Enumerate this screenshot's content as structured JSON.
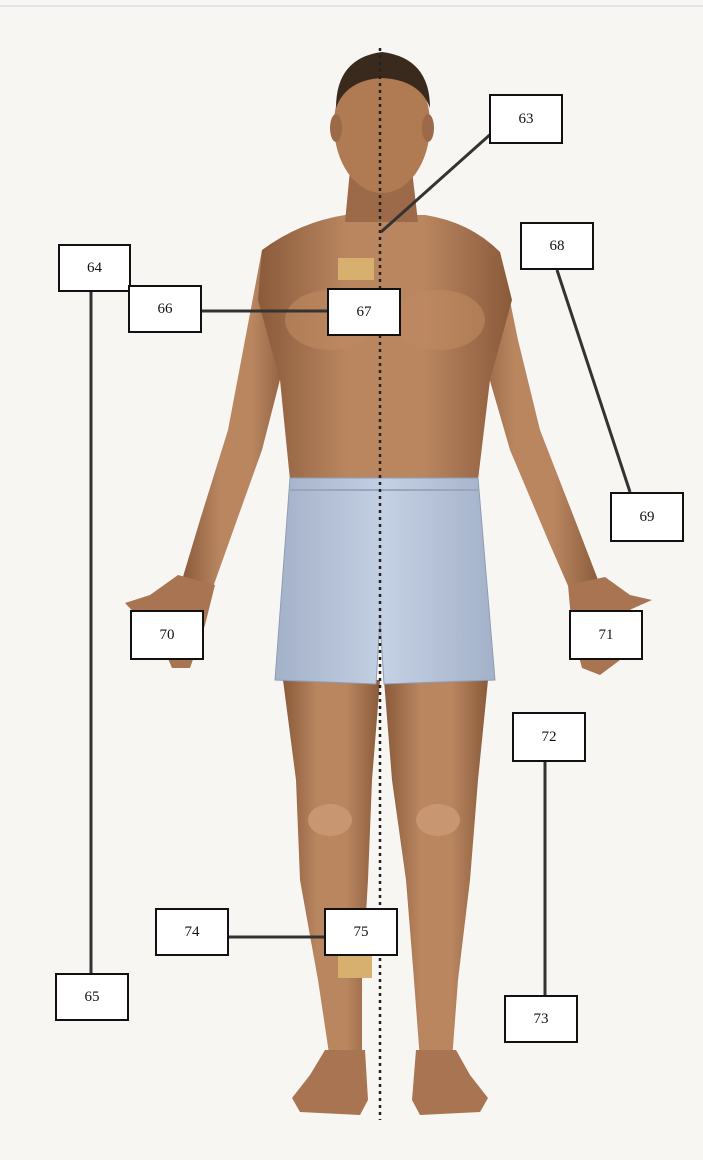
{
  "labels": {
    "l63": "63",
    "l64": "64",
    "l65": "65",
    "l66": "66",
    "l67": "67",
    "l68": "68",
    "l69": "69",
    "l70": "70",
    "l71": "71",
    "l72": "72",
    "l73": "73",
    "l74": "74",
    "l75": "75"
  },
  "colors": {
    "background": "#f7f6f3",
    "skin": "#b07a52",
    "skin_shadow": "#8a5a3a",
    "hair": "#3a2a1e",
    "shorts": "#b9c6db",
    "highlight_patch": "#d7b070",
    "leader_line": "#333333",
    "midline": "#222222"
  }
}
